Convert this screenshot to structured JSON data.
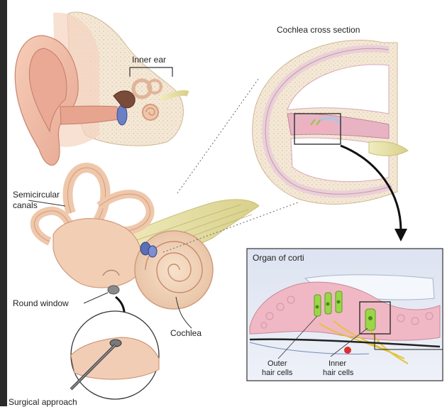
{
  "labels": {
    "inner_ear": "Inner ear",
    "cochlea_cross_section": "Cochlea cross section",
    "semicircular_canals_line1": "Semicircular",
    "semicircular_canals_line2": "canals",
    "round_window": "Round window",
    "cochlea": "Cochlea",
    "organ_of_corti": "Organ of corti",
    "outer_hair_cells_line1": "Outer",
    "outer_hair_cells_line2": "hair cells",
    "inner_hair_cells_line1": "Inner",
    "inner_hair_cells_line2": "hair cells",
    "surgical_approach": "Surgical approach"
  },
  "colors": {
    "skin": "#efc0a8",
    "skin_dark": "#d98c78",
    "bone": "#f3e6d2",
    "bone_dots": "#d8c3a4",
    "nerve": "#e8e0a0",
    "membrane_pink": "#e8b4c4",
    "blue_cell": "#5b6fb8",
    "inset_bg": "#e6eaf4",
    "hair_cell_green": "#9bd64a",
    "accent_red": "#d93030"
  }
}
